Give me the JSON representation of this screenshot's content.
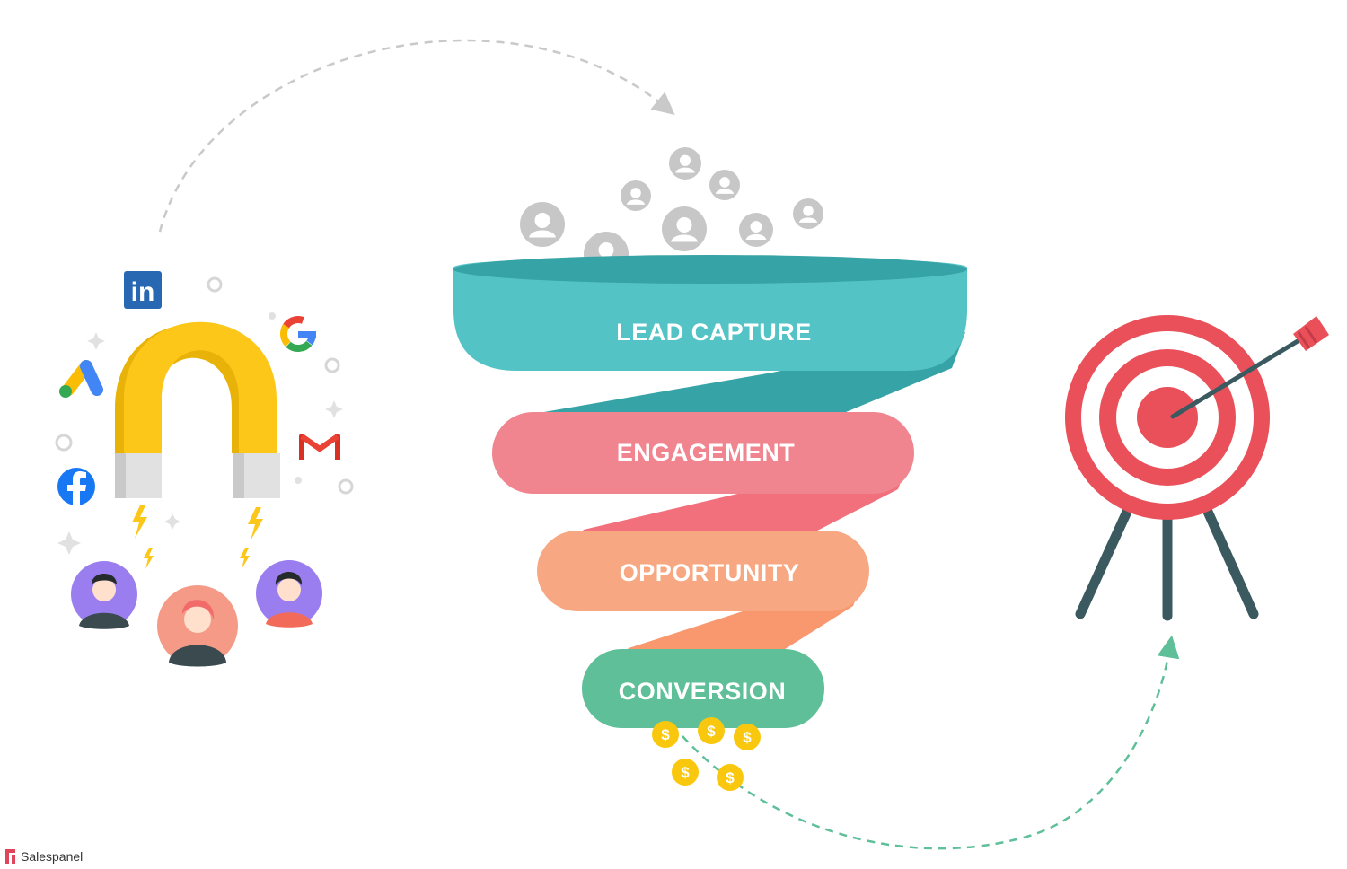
{
  "funnel": {
    "stages": [
      {
        "label": "LEAD CAPTURE",
        "color": "#54c3c5",
        "dark": "#36a3a6"
      },
      {
        "label": "ENGAGEMENT",
        "color": "#f0858f",
        "dark": "#f2707c"
      },
      {
        "label": "OPPORTUNITY",
        "color": "#f7a882",
        "dark": "#f9986f"
      },
      {
        "label": "CONVERSION",
        "color": "#5fbf99",
        "dark": "#4eaf89"
      }
    ]
  },
  "magnet_sources": [
    "linkedin-icon",
    "google-icon",
    "google-ads-icon",
    "gmail-icon",
    "facebook-icon"
  ],
  "brand": {
    "name": "Salespanel"
  },
  "colors": {
    "magnet": "#fcc719",
    "target_red": "#e9505a",
    "coin": "#f9c80e",
    "arrow_grey": "#c9c9c9",
    "arrow_green": "#5fbf99"
  }
}
